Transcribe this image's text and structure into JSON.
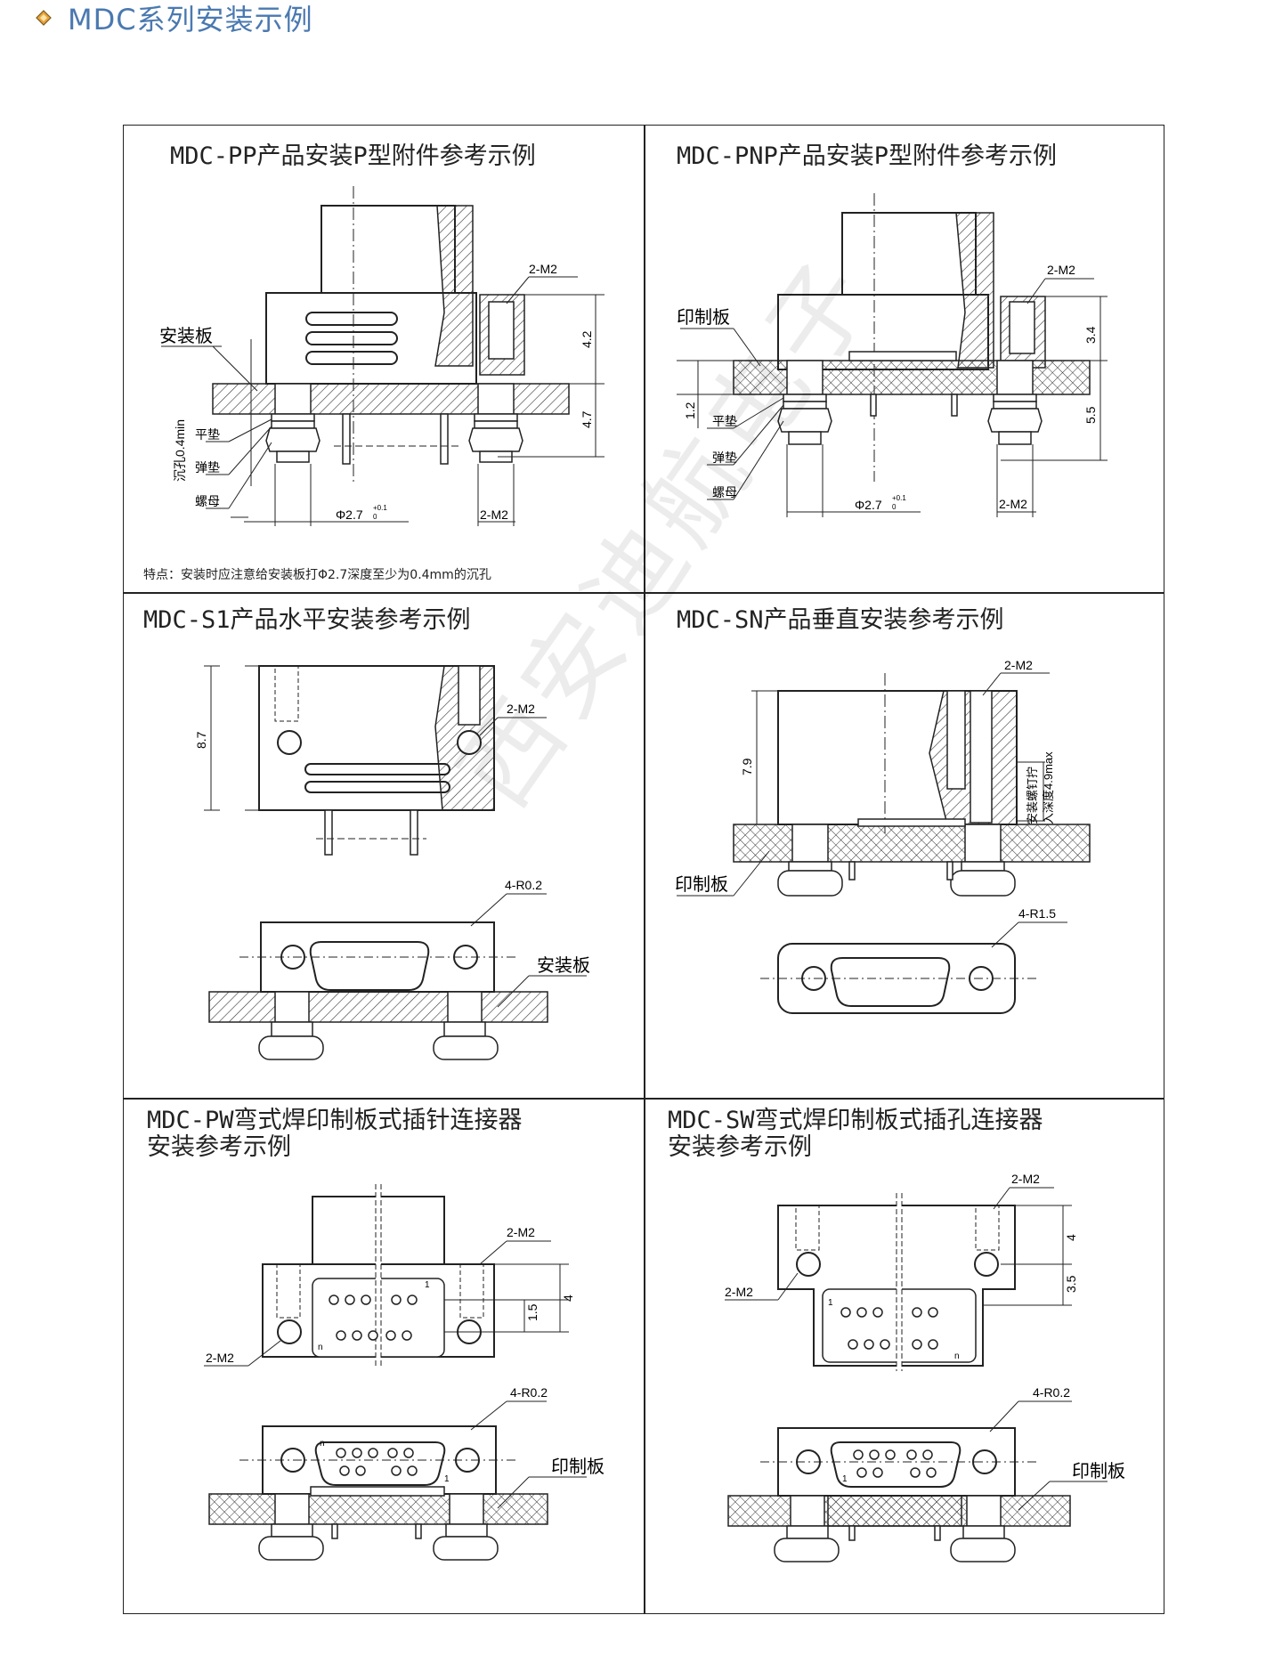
{
  "header": {
    "title": "MDC系列安装示例",
    "accent_color": "#4a79b0",
    "bullet_color": "#e8a33a"
  },
  "panels": [
    {
      "title": "MDC-PP产品安装P型附件参考示例",
      "labels": {
        "m2": "2-M2",
        "board": "安装板",
        "washer": "平垫",
        "spring": "弹垫",
        "nut": "螺母",
        "sink": "沉孔0.4min",
        "d1": "4.2",
        "d2": "4.7",
        "phi": "Φ2.7",
        "tol": "+0.1",
        "tol0": "0",
        "m2b": "2-M2"
      },
      "note": "特点：安装时应注意给安装板打Φ2.7深度至少为0.4mm的沉孔"
    },
    {
      "title": "MDC-PNP产品安装P型附件参考示例",
      "labels": {
        "m2": "2-M2",
        "board": "印制板",
        "d1": "3.4",
        "d2": "5.5",
        "d3": "1.2",
        "washer": "平垫",
        "spring": "弹垫",
        "nut": "螺母",
        "phi": "Φ2.7",
        "tol": "+0.1",
        "tol0": "0",
        "m2b": "2-M2"
      }
    },
    {
      "title": "MDC-S1产品水平安装参考示例",
      "labels": {
        "d1": "8.7",
        "m2": "2-M2",
        "r": "4-R0.2",
        "board": "安装板"
      }
    },
    {
      "title": "MDC-SN产品垂直安装参考示例",
      "labels": {
        "m2": "2-M2",
        "d1": "7.9",
        "screw": "安装螺钉拧",
        "depth": "入深度4.9max",
        "board": "印制板",
        "r": "4-R1.5"
      }
    },
    {
      "title": "MDC-PW弯式焊印制板式插针连接器\n安装参考示例",
      "labels": {
        "m2": "2-M2",
        "m2b": "2-M2",
        "pin1": "1",
        "pinn": "n",
        "d1": "1.5",
        "d2": "4",
        "r": "4-R0.2",
        "board": "印制板",
        "pin1b": "1",
        "pinnb": "n"
      }
    },
    {
      "title": "MDC-SW弯式焊印制板式插孔连接器\n安装参考示例",
      "labels": {
        "m2": "2-M2",
        "m2b": "2-M2",
        "d1": "4",
        "d2": "3.5",
        "pin1": "1",
        "pinn": "n",
        "r": "4-R0.2",
        "board": "印制板",
        "pin1b": "1"
      }
    }
  ],
  "watermark": "西安迪航电子"
}
